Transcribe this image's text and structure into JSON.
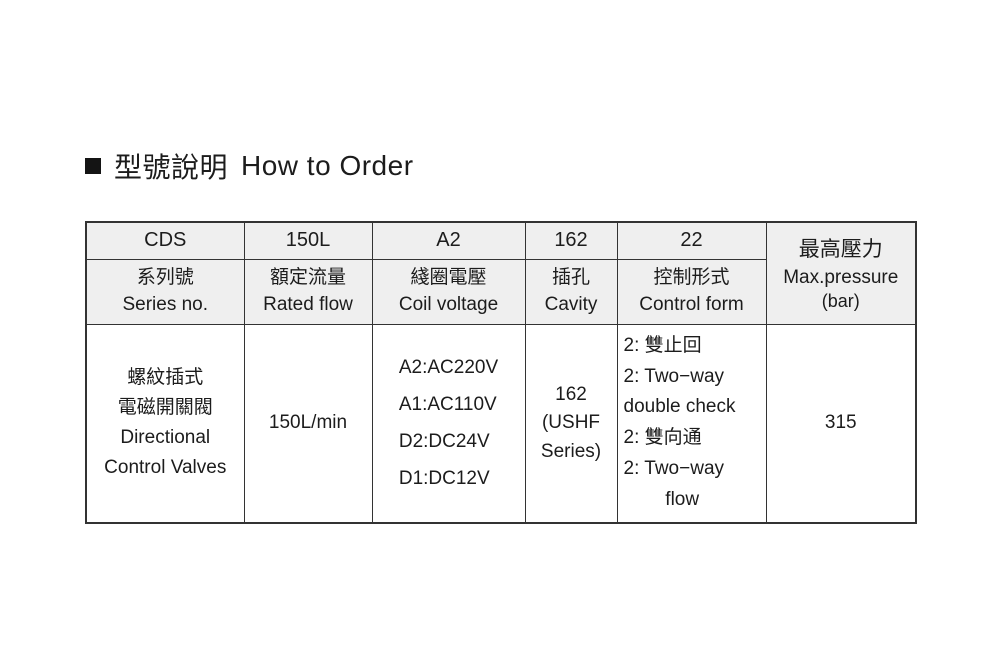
{
  "title": {
    "cn": "型號說明",
    "en": "How to Order"
  },
  "table": {
    "series": {
      "code": "CDS",
      "label_cn": "系列號",
      "label_en": "Series no.",
      "body": [
        "螺紋插式",
        "電磁開關閥",
        "Directional",
        "Control Valves"
      ]
    },
    "flow": {
      "code": "150L",
      "label_cn": "額定流量",
      "label_en": "Rated flow",
      "body": "150L/min"
    },
    "voltage": {
      "code": "A2",
      "label_cn": "綫圈電壓",
      "label_en": "Coil voltage",
      "body": [
        "A2:AC220V",
        "A1:AC110V",
        "D2:DC24V",
        "D1:DC12V"
      ]
    },
    "cavity": {
      "code": "162",
      "label_cn": "插孔",
      "label_en": "Cavity",
      "body": [
        "162",
        "(USHF",
        "Series)"
      ]
    },
    "control": {
      "code": "22",
      "label_cn": "控制形式",
      "label_en": "Control form",
      "body": [
        "2: 雙止回",
        "2: Two−way",
        "double check",
        "2: 雙向通",
        "2: Two−way",
        "flow"
      ]
    },
    "pressure": {
      "header_cn": "最高壓力",
      "header_en": "Max.pressure",
      "header_unit": "(bar)",
      "body": "315"
    }
  }
}
